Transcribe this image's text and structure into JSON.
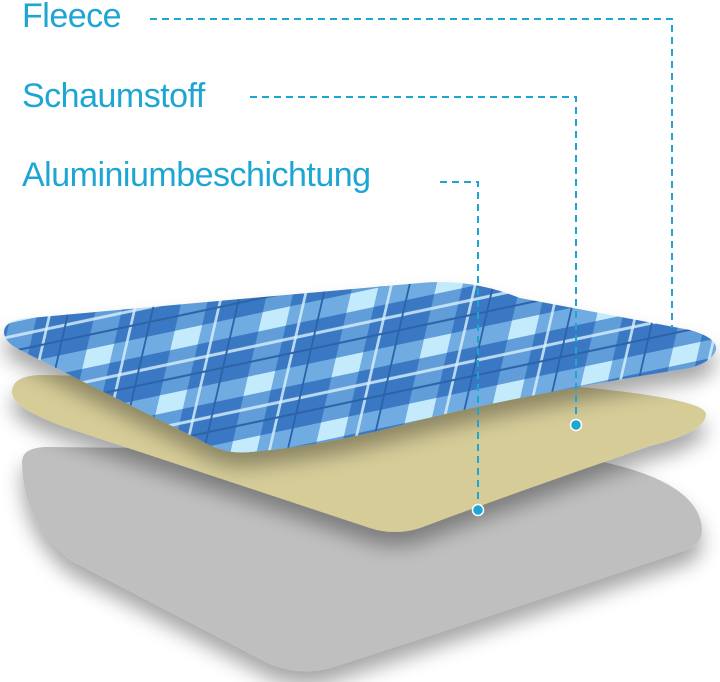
{
  "labels": {
    "fleece": "Fleece",
    "foam": "Schaumstoff",
    "aluminium": "Aluminiumbeschichtung"
  },
  "colors": {
    "accent": "#1ea6d3",
    "plaid_dark": "#3a78c4",
    "plaid_light": "#a9dcf7",
    "foam": "#d5cc98",
    "aluminium": "#bdbdbd"
  }
}
